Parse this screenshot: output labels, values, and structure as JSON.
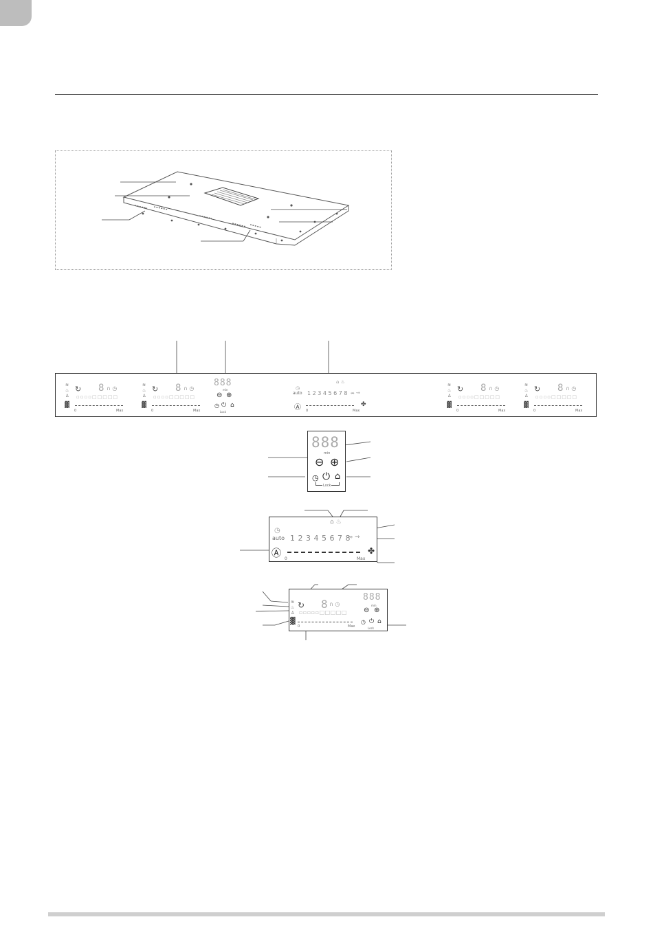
{
  "colors": {
    "page_bg": "#ffffff",
    "rule": "#555555",
    "tab": "#bdbdbd",
    "footer_bar": "#cfcfcf",
    "text_light": "#999999"
  },
  "full_panel": {
    "zone_left": {
      "digit": "8",
      "label_zero": "0",
      "label_max": "Max"
    },
    "timer": {
      "digits": "888",
      "unit": "min",
      "lock": "Lock"
    },
    "hood": {
      "auto": "auto",
      "levels": "1 2 3 4 5 6 7 8",
      "label_zero": "0",
      "label_max": "Max"
    }
  },
  "timer_detail": {
    "digits": "888",
    "unit": "min",
    "lock": "Lock"
  },
  "hood_detail": {
    "auto": "auto",
    "levels": [
      "1",
      "2",
      "3",
      "4",
      "5",
      "6",
      "7",
      "8"
    ],
    "label_zero": "0",
    "label_max": "Max"
  },
  "zone_detail": {
    "digit": "8",
    "timer_digits": "888",
    "unit": "min",
    "lock": "Lock",
    "label_zero": "0",
    "label_max": "Max"
  }
}
